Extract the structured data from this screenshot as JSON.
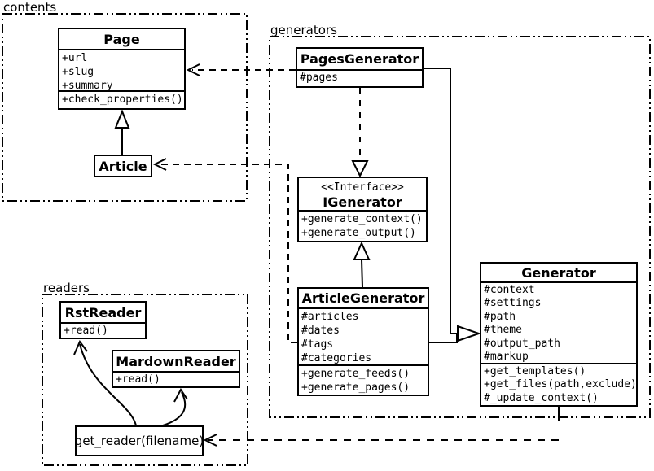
{
  "diagram": {
    "packages": {
      "contents": "contents",
      "generators": "generators",
      "readers": "readers"
    },
    "classes": {
      "page": {
        "title": "Page",
        "attrs": [
          "+url",
          "+slug",
          "+summary"
        ],
        "methods": [
          "+check_properties()"
        ]
      },
      "article": {
        "title": "Article"
      },
      "pages_generator": {
        "title": "PagesGenerator",
        "attrs": [
          "#pages"
        ]
      },
      "igenerator": {
        "stereotype": "<<Interface>>",
        "title": "IGenerator",
        "methods": [
          "+generate_context()",
          "+generate_output()"
        ]
      },
      "article_generator": {
        "title": "ArticleGenerator",
        "attrs": [
          "#articles",
          "#dates",
          "#tags",
          "#categories"
        ],
        "methods": [
          "+generate_feeds()",
          "+generate_pages()"
        ]
      },
      "generator": {
        "title": "Generator",
        "attrs": [
          "#context",
          "#settings",
          "#path",
          "#theme",
          "#output_path",
          "#markup"
        ],
        "methods": [
          "+get_templates()",
          "+get_files(path,exclude)",
          "#_update_context()"
        ]
      },
      "rst_reader": {
        "title": "RstReader",
        "methods": [
          "+read()"
        ]
      },
      "markdown_reader": {
        "title": "MardownReader",
        "methods": [
          "+read()"
        ]
      },
      "get_reader": {
        "label": "get_reader(filename)"
      }
    },
    "colors": {
      "line": "#000000",
      "background": "#ffffff"
    }
  }
}
